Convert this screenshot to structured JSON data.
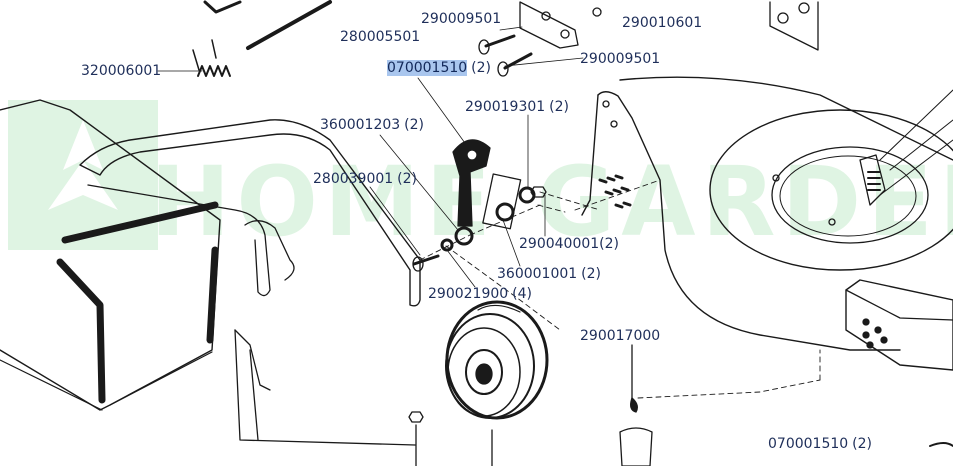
{
  "diagram": {
    "watermark_text": "HOME GARDEN",
    "accent_color": "#a9c6ee",
    "label_color": "#1f2f5a",
    "labels": [
      {
        "id": "l1",
        "part": "280005501",
        "qty": ""
      },
      {
        "id": "l2",
        "part": "290009501",
        "qty": ""
      },
      {
        "id": "l3",
        "part": "290010601",
        "qty": ""
      },
      {
        "id": "l4",
        "part": "290009501",
        "qty": ""
      },
      {
        "id": "l5",
        "part": "320006001",
        "qty": ""
      },
      {
        "id": "l6",
        "part": "070001510",
        "qty": "(2)",
        "highlighted": true
      },
      {
        "id": "l7",
        "part": "290019301",
        "qty": "(2)"
      },
      {
        "id": "l8",
        "part": "360001203",
        "qty": "(2)"
      },
      {
        "id": "l9",
        "part": "280039001",
        "qty": "(2)"
      },
      {
        "id": "l10",
        "part": "290040001",
        "qty": "(2)"
      },
      {
        "id": "l11",
        "part": "360001001",
        "qty": "(2)"
      },
      {
        "id": "l12",
        "part": "290021900",
        "qty": "(4)"
      },
      {
        "id": "l13",
        "part": "290017000",
        "qty": ""
      },
      {
        "id": "l14",
        "part": "070001510",
        "qty": "(2)"
      }
    ]
  }
}
